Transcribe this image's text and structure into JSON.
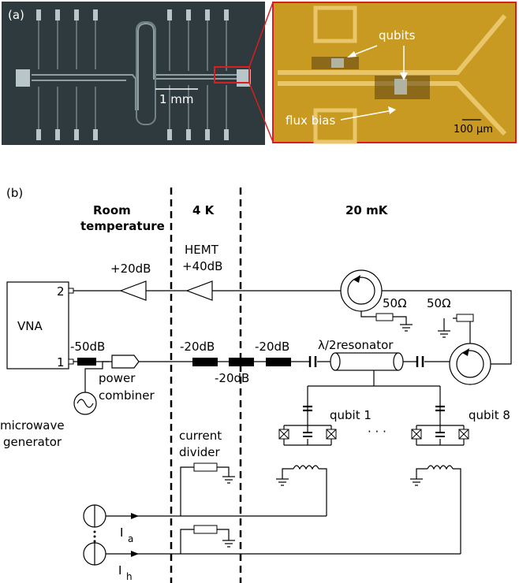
{
  "panel_a": {
    "label": "(a)",
    "scale_bar": "1 mm",
    "zoom": {
      "qubits": "qubits",
      "flux_bias": "flux bias",
      "scale": "100 μm"
    }
  },
  "panel_b": {
    "label": "(b)",
    "stages": {
      "room_line1": "Room",
      "room_line2": "temperature",
      "k4": "4 K",
      "mk20": "20 mK"
    },
    "amplifiers": {
      "rt_amp": "+20dB",
      "hemt_line1": "HEMT",
      "hemt_line2": "+40dB"
    },
    "vna": {
      "name": "VNA",
      "port_out": "2",
      "port_in": "1"
    },
    "attenuators": {
      "a1": "-50dB",
      "a2": "-20dB",
      "a3": "-20dB",
      "a4": "-20dB"
    },
    "terminations": {
      "t1": "50Ω",
      "t2": "50Ω"
    },
    "components": {
      "power_line1": "power",
      "power_line2": "combiner",
      "mw_line1": "microwave",
      "mw_line2": "generator",
      "resonator": "λ/2resonator",
      "current_line1": "current",
      "current_line2": "divider",
      "qubit_first": "qubit 1",
      "qubit_last": "qubit 8",
      "dots": "· · ·",
      "ia_sym": "I",
      "ia_sub": "a",
      "ih_sym": "I",
      "ih_sub": "h"
    },
    "colors": {
      "chip_bg": "#2f3a3e",
      "zoom_bg": "#c99a22",
      "highlight": "#d81e1e"
    }
  }
}
